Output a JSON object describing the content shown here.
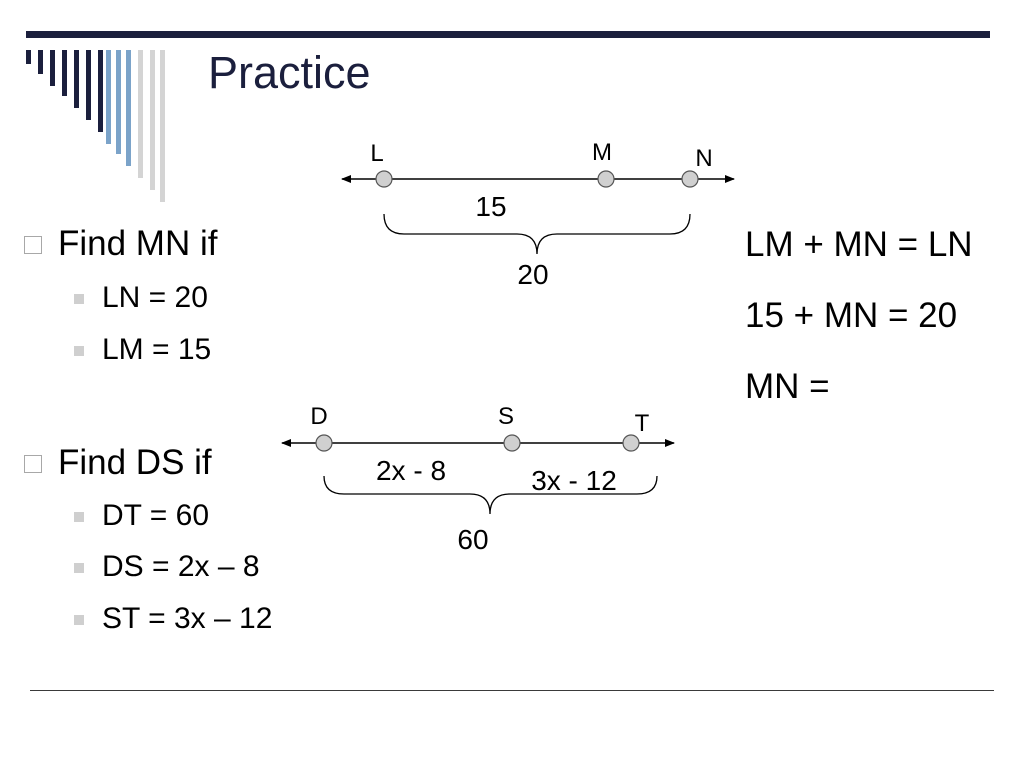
{
  "title": "Practice",
  "problems": [
    {
      "prompt": "Find MN if",
      "givens": [
        "LN = 20",
        "LM = 15"
      ]
    },
    {
      "prompt": "Find DS if",
      "givens": [
        "DT = 60",
        "DS = 2x – 8",
        "ST = 3x – 12"
      ]
    }
  ],
  "diagram_1": {
    "points": [
      "L",
      "M",
      "N"
    ],
    "segment_label": "15",
    "total_label": "20"
  },
  "diagram_2": {
    "points": [
      "D",
      "S",
      "T"
    ],
    "left_label": "2x - 8",
    "right_label": "3x - 12",
    "total_label": "60"
  },
  "work": [
    "LM + MN = LN",
    "15 + MN = 20",
    "MN ="
  ],
  "colors": {
    "title": "#1b1f3d",
    "top_bar": "#1b1f3d",
    "point_fill": "#d0d0d0",
    "marker": "#a8a8a8"
  }
}
